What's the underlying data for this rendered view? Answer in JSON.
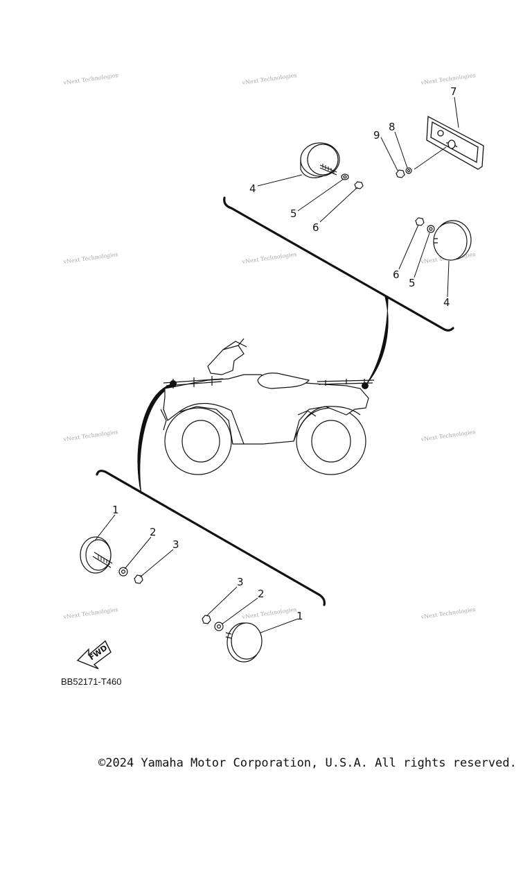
{
  "watermark": "vNext Technologies",
  "callouts": {
    "rear": {
      "p4a": "4",
      "p5a": "5",
      "p6a": "6",
      "p9": "9",
      "p8": "8",
      "p7": "7",
      "p6b": "6",
      "p5b": "5",
      "p4b": "4"
    },
    "front": {
      "p1a": "1",
      "p2a": "2",
      "p3a": "3",
      "p3b": "3",
      "p2b": "2",
      "p1b": "1"
    }
  },
  "fwd_label": "FWD",
  "part_code": "BB52171-T460",
  "copyright": "©2024 Yamaha Motor Corporation, U.S.A. All rights reserved."
}
